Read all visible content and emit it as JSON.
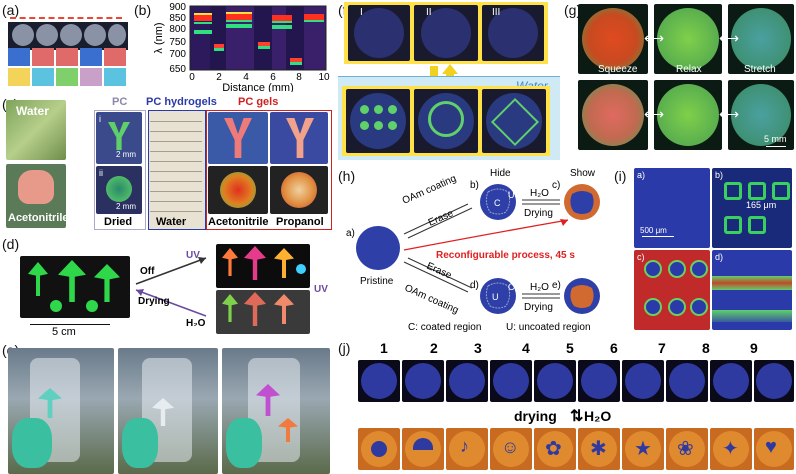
{
  "panels": {
    "a": {
      "label": "(a)"
    },
    "b": {
      "label": "(b)",
      "ylabel": "λ (nm)",
      "xlabel": "Distance (mm)",
      "yticks": [
        "650",
        "700",
        "750",
        "800",
        "850",
        "900"
      ],
      "xticks": [
        "0",
        "2",
        "4",
        "6",
        "8",
        "10"
      ]
    },
    "c": {
      "label": "(c)",
      "water": "Water",
      "acetonitrile": "Acetonitrile",
      "pc": "PC",
      "pc_hydrogels": "PC hydrogels",
      "pc_gels": "PC gels",
      "sub_i": "i",
      "sub_ii": "ii",
      "scale_i": "2 mm",
      "scale_ii": "2 mm",
      "dried": "Dried",
      "water_col": "Water",
      "acetonitrile_col": "Acetonitrile",
      "propanol": "Propanol"
    },
    "d": {
      "label": "(d)",
      "off": "Off",
      "uv1": "UV",
      "drying": "Drying",
      "h2o": "H₂O",
      "uv2": "UV",
      "scale": "5 cm"
    },
    "e": {
      "label": "(e)"
    },
    "f": {
      "label": "(f)",
      "i": "I",
      "ii": "II",
      "iii": "III",
      "water": "Water"
    },
    "g": {
      "label": "(g)",
      "squeeze": "Squeeze",
      "relax": "Relax",
      "stretch": "Stretch",
      "scale": "5 mm"
    },
    "h": {
      "label": "(h)",
      "a": "a)",
      "b": "b)",
      "c": "c)",
      "d": "d)",
      "e": "e)",
      "hide": "Hide",
      "show": "Show",
      "pristine": "Pristine",
      "oam1": "OAm coating",
      "erase1": "Erase",
      "h2o1": "H₂O",
      "drying1": "Drying",
      "erase2": "Erase",
      "oam2": "OAm coating",
      "h2o2": "H₂O",
      "drying2": "Drying",
      "reconf": "Reconfigurable process, 45 s",
      "c_mark": "C",
      "u_mark": "U",
      "c_mark2": "C",
      "u_mark2": "U",
      "legend_c": "C:  coated region",
      "legend_u": "U:  uncoated region"
    },
    "i": {
      "label": "(i)",
      "a": "a)",
      "b": "b)",
      "c": "c)",
      "d": "d)",
      "scale_a": "500 μm",
      "dim_b": "165 μm"
    },
    "j": {
      "label": "(j)",
      "nums": [
        "1",
        "2",
        "3",
        "4",
        "5",
        "6",
        "7",
        "8",
        "9"
      ],
      "drying": "drying",
      "h2o": "H₂O"
    }
  }
}
